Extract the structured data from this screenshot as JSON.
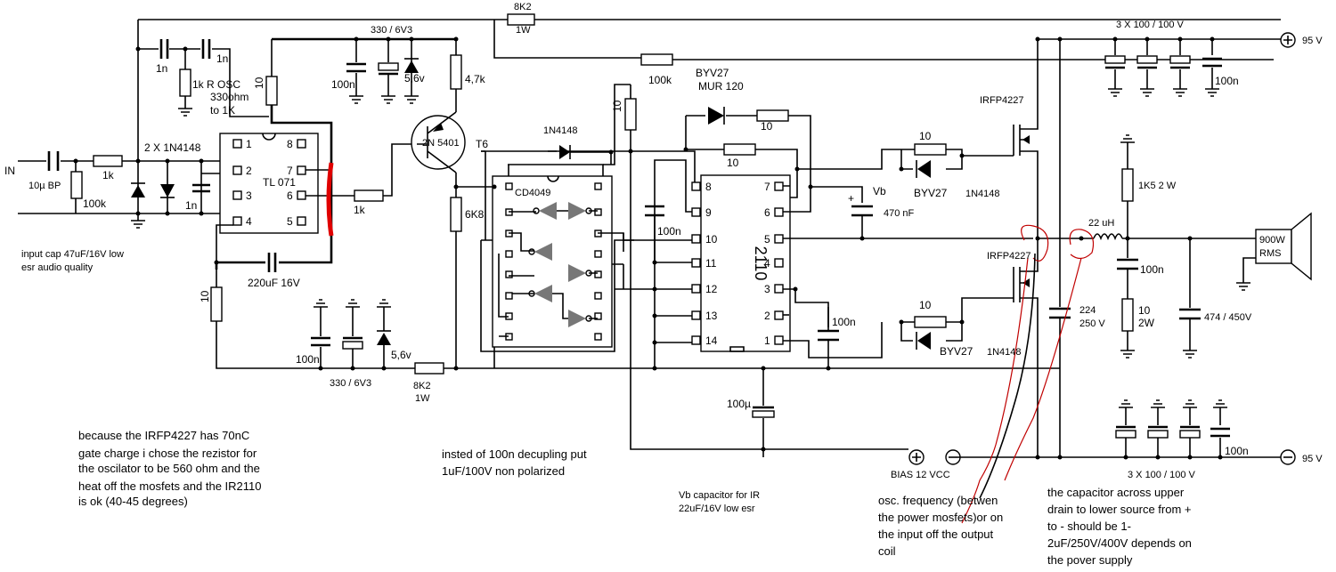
{
  "labels": {
    "in": "IN",
    "c_in": "10µ BP",
    "r_in1": "1k",
    "r_in2": "100k",
    "diodes": "2 X 1N4148",
    "c_1n_a": "1n",
    "c_1n_b": "1n",
    "c_1n_c": "1n",
    "r_osc": "1k R OSC",
    "r_osc_note1": "330ohm",
    "r_osc_note2": "to 1K",
    "r_10_top": "10",
    "r_10_left": "10",
    "opamp": "TL 071",
    "pins_tl": [
      "1",
      "2",
      "3",
      "4",
      "8",
      "7",
      "6",
      "5"
    ],
    "r_1k_mid": "1k",
    "c_220u": "220uF 16V",
    "supply_top": "330 / 6V3",
    "c_100n_top": "100n",
    "z_top": "5,6v",
    "supply_bot": "330 / 6V3",
    "c_100n_bot": "100n",
    "z_bot": "5,6v",
    "r_8k2_bot": "8K2",
    "r_8k2_bot_w": "1W",
    "r_8k2_top": "8K2",
    "r_8k2_top_w": "1W",
    "r_4k7": "4,7k",
    "transistor": "2N 5401",
    "t6": "T6",
    "r_6k8": "6K8",
    "r_100k": "100k",
    "r_10_cd": "10",
    "d_1n4148_cd": "1N4148",
    "cd4049": "CD4049",
    "byv_top1": "BYV27",
    "byv_top2": "MUR 120",
    "r_10_a": "10",
    "r_10_b": "10",
    "ic2110": "2110",
    "pins_2110_left": [
      "8",
      "9",
      "10",
      "11",
      "12",
      "13",
      "14"
    ],
    "pins_2110_right": [
      "7",
      "6",
      "5",
      "4",
      "3",
      "2",
      "1"
    ],
    "c_100n_a": "100n",
    "c_100n_b": "100n",
    "c_100u": "100µ",
    "vb": "Vb",
    "c_vb": "470 nF",
    "plus_sign": "+",
    "r_10_g1": "10",
    "byv27_g1": "BYV27",
    "d_g1": "1N4148",
    "r_10_g2": "10",
    "byv27_g2": "BYV27",
    "d_g2": "1N4148",
    "mos1": "IRFP4227",
    "mos2": "IRFP4227",
    "c_224": "224",
    "c_224_v": "250 V",
    "caps_top": "3 X 100 / 100 V",
    "caps_bot": "3 X 100 / 100 V",
    "c_100n_rt": "100n",
    "c_100n_rb": "100n",
    "rail_pos": "95 V",
    "rail_neg": "95 V",
    "r_1k5": "1K5 2 W",
    "l_22u": "22 uH",
    "c_100n_out": "100n",
    "r_10_2w_a": "10",
    "r_10_2w_b": "2W",
    "c_474": "474 / 450V",
    "speaker1": "900W",
    "speaker2": "RMS",
    "bias": "BIAS 12 VCC"
  },
  "notes": {
    "input_cap": [
      "input cap 47uF/16V low",
      "esr audio quality"
    ],
    "gate_charge": [
      "because the IRFP4227 has 70nC",
      "gate charge i chose the rezistor for",
      "the oscilator to be 560  ohm and the",
      "heat off the mosfets and the IR2110",
      "is ok (40-45 degrees)"
    ],
    "decoupling": [
      "insted of 100n decupling put",
      "1uF/100V non polarized"
    ],
    "vb_cap": [
      "Vb capacitor for IR",
      "22uF/16V low esr"
    ],
    "osc": [
      "osc. frequency (betwen",
      "the power mosfets)or on",
      "the input off the output",
      "coil"
    ],
    "cap_across": [
      "the capacitor across upper",
      "drain to lower source from +",
      "to - should be 1-",
      "2uF/250V/400V depends on",
      "the pover supply"
    ]
  },
  "colors": {
    "wire": "#000000",
    "annotation": "#c00000"
  }
}
